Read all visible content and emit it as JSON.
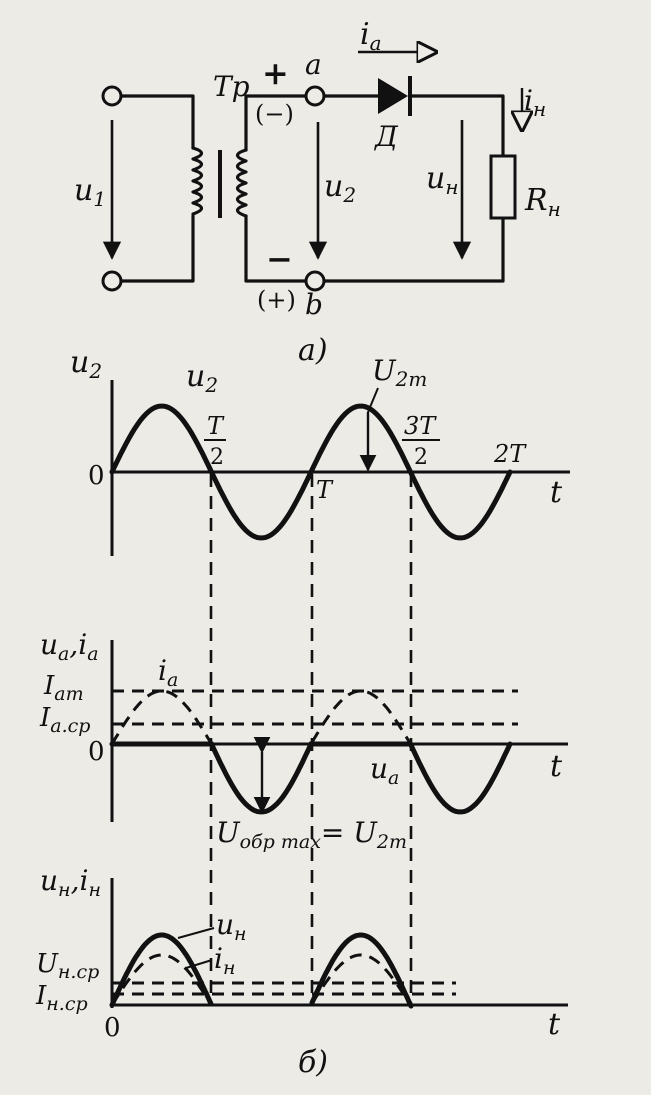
{
  "circuit": {
    "transformer": "Тр",
    "primary_voltage": "u",
    "primary_voltage_sub": "1",
    "secondary_voltage": "u",
    "secondary_voltage_sub": "2",
    "terminal_a": "a",
    "terminal_b": "b",
    "polarity_top": "+",
    "polarity_top_alt": "(−)",
    "polarity_bottom": "−",
    "polarity_bottom_alt": "(+)",
    "diode_current": "i",
    "diode_current_sub": "a",
    "diode": "Д",
    "load_current": "i",
    "load_current_sub": "н",
    "load_voltage": "u",
    "load_voltage_sub": "н",
    "load_resistor": "R",
    "load_resistor_sub": "н",
    "caption": "а)"
  },
  "plot1": {
    "ylabel": "u",
    "ylabel_sub": "2",
    "curve_label": "u",
    "curve_label_sub": "2",
    "amplitude": "U",
    "amplitude_sub": "2m",
    "origin": "0",
    "tick_T2": "T",
    "tick_T2_den": "2",
    "tick_T": "T",
    "tick_3T2": "3T",
    "tick_3T2_den": "2",
    "tick_2T": "2T",
    "xlabel": "t"
  },
  "plot2": {
    "ylabel": "u",
    "ylabel_sub": "a",
    "ylabel2": "i",
    "ylabel2_sub": "a",
    "level_max": "I",
    "level_max_sub": "am",
    "level_avg": "I",
    "level_avg_sub": "a.cp",
    "origin": "0",
    "current_label": "i",
    "current_label_sub": "a",
    "voltage_label": "u",
    "voltage_label_sub": "a",
    "reverse_voltage": "U",
    "reverse_voltage_sub": "обр max",
    "reverse_eq": "= U",
    "reverse_eq_sub": "2m",
    "xlabel": "t"
  },
  "plot3": {
    "ylabel": "u",
    "ylabel_sub": "н",
    "ylabel2": "i",
    "ylabel2_sub": "н",
    "voltage_label": "u",
    "voltage_label_sub": "н",
    "current_label": "i",
    "current_label_sub": "н",
    "avg_voltage": "U",
    "avg_voltage_sub": "н.cp",
    "avg_current": "I",
    "avg_current_sub": "н.cp",
    "origin": "0",
    "xlabel": "t",
    "caption": "б)"
  }
}
